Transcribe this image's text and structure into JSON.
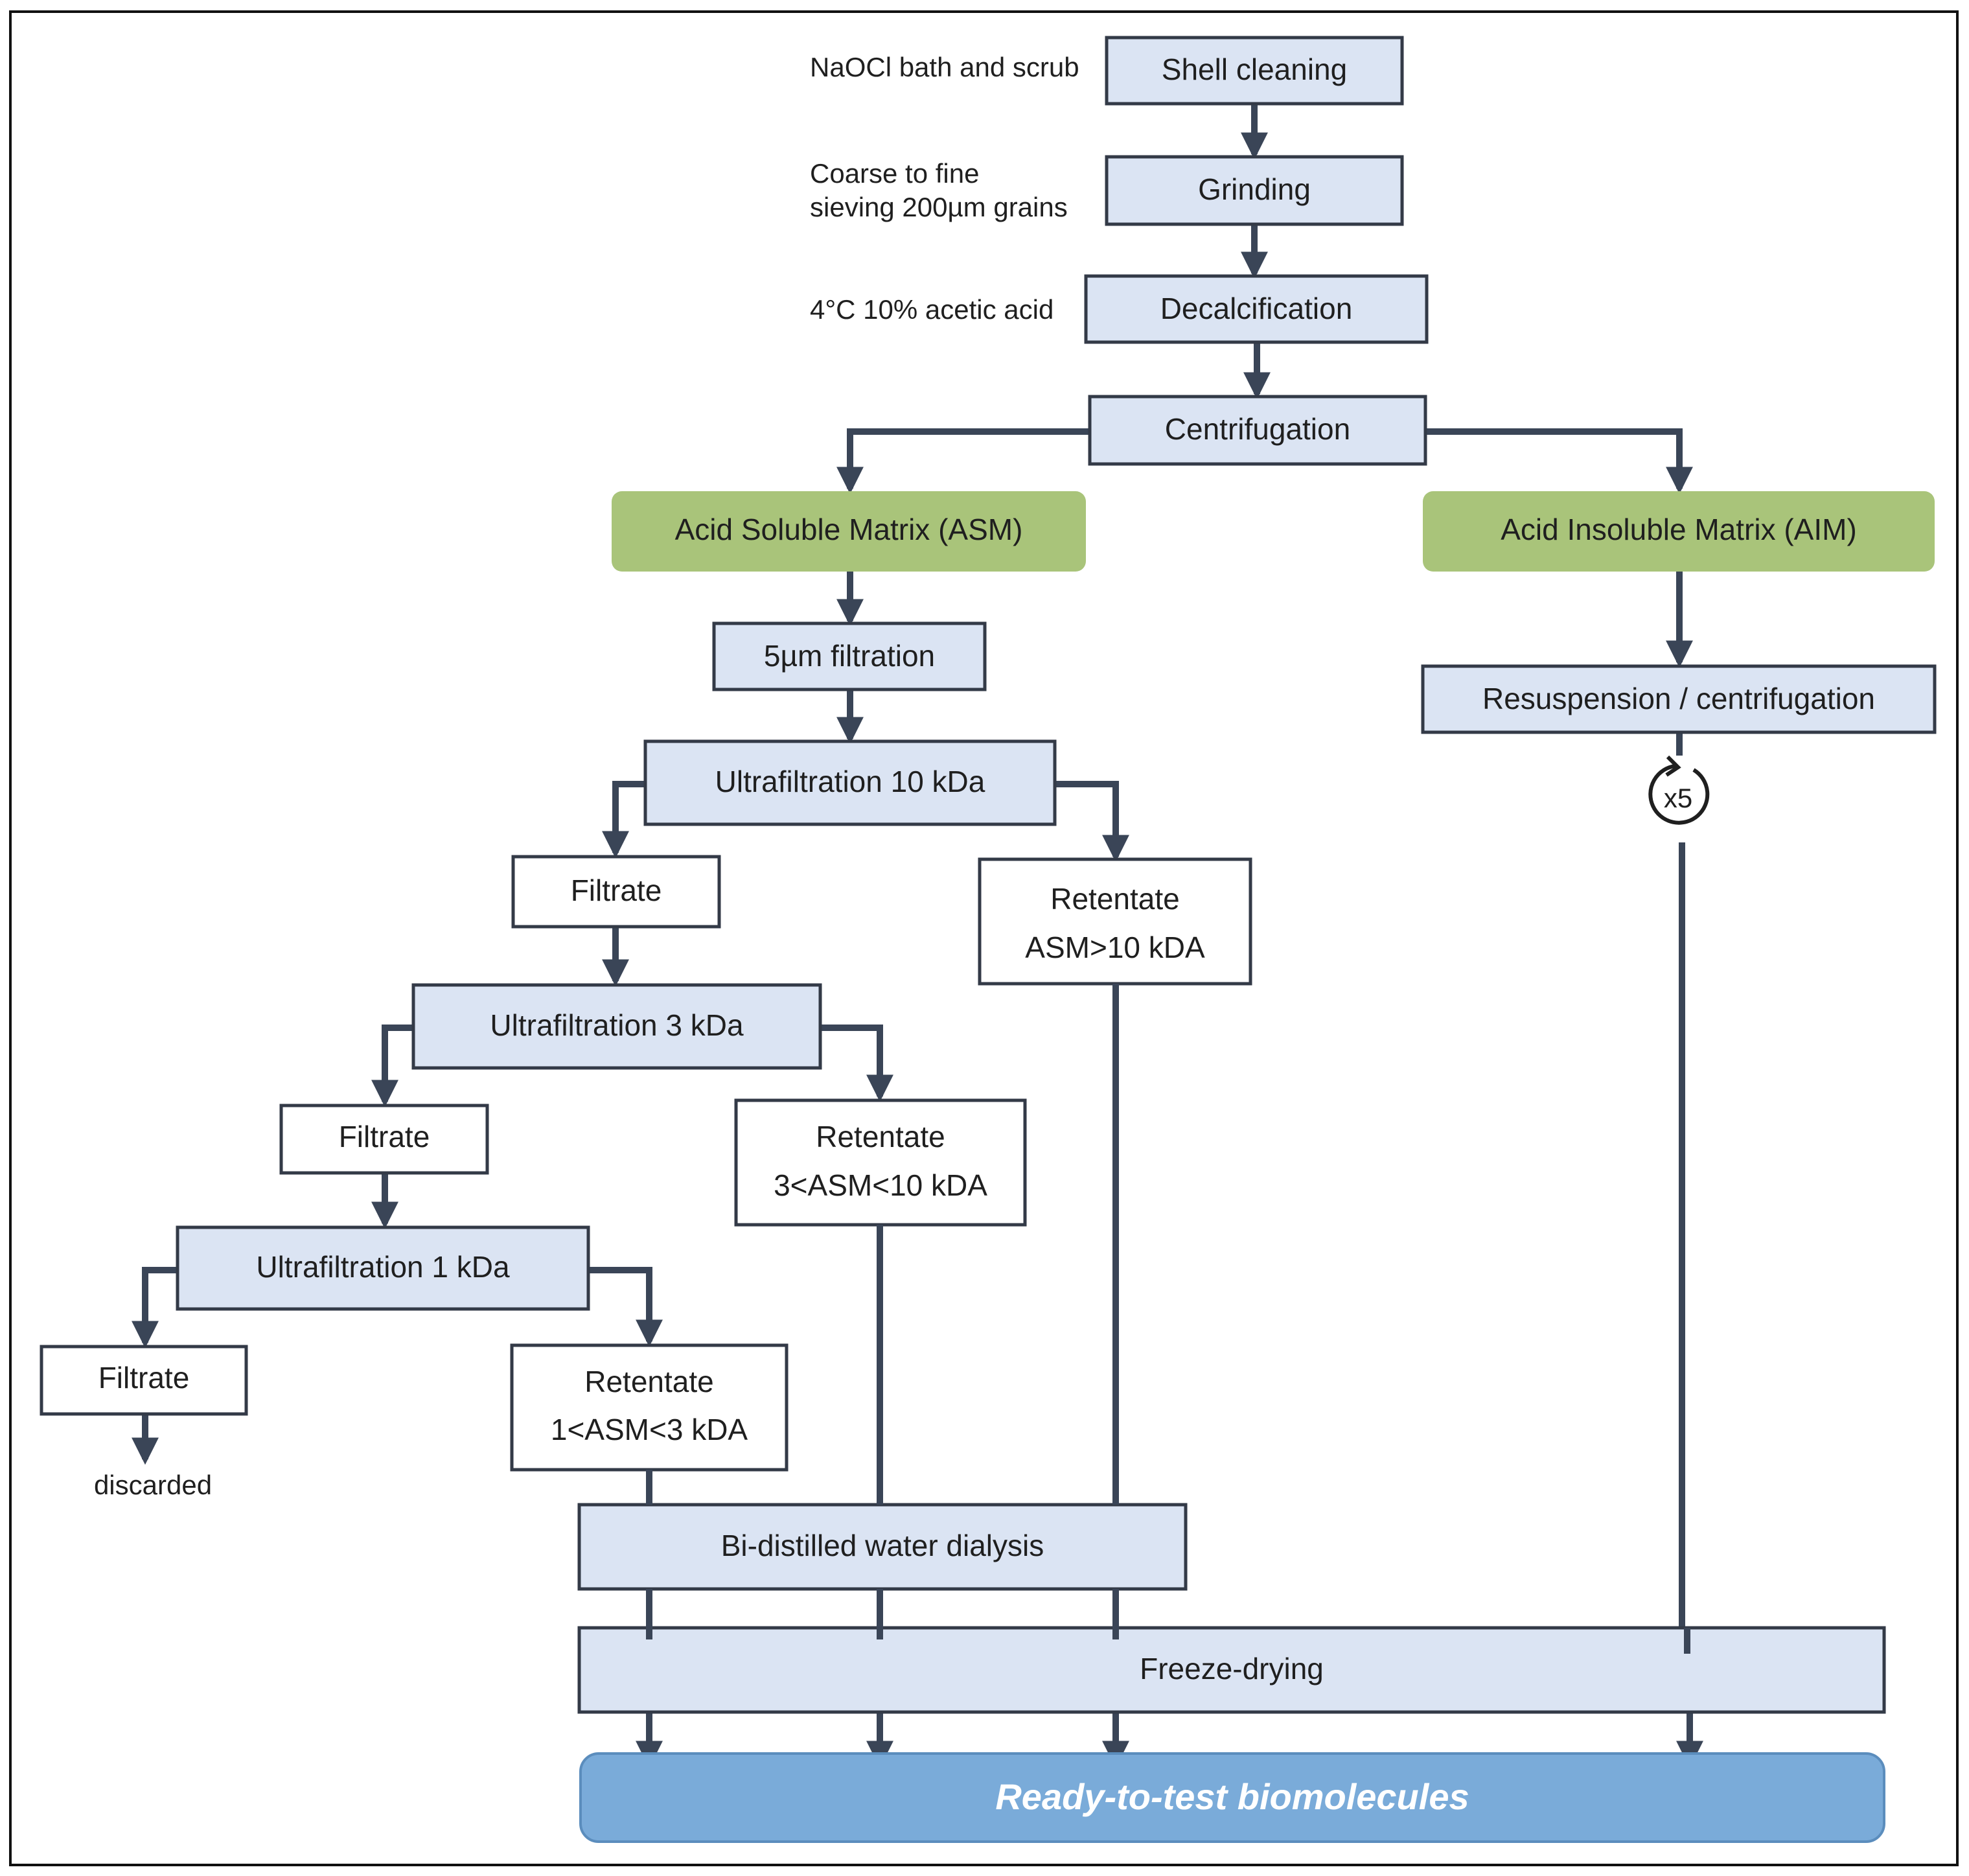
{
  "colors": {
    "box_fill": "#dbe4f3",
    "box_stroke": "#333a47",
    "white_fill": "#ffffff",
    "green_fill": "#a9c47a",
    "final_fill": "#7aabd9",
    "final_stroke": "#5b8dbd",
    "arrow": "#3a4557"
  },
  "steps": {
    "shell_cleaning": "Shell cleaning",
    "grinding": "Grinding",
    "decalcification": "Decalcification",
    "centrifugation": "Centrifugation",
    "asm": "Acid Soluble Matrix (ASM)",
    "aim": "Acid Insoluble Matrix (AIM)",
    "filtration_5um": "5µm filtration",
    "resuspension": "Resuspension / centrifugation",
    "repeat_label": "x5",
    "uf10": "Ultrafiltration 10 kDa",
    "filtrate_1": "Filtrate",
    "retentate_10_line1": "Retentate",
    "retentate_10_line2": "ASM>10 kDA",
    "uf3": "Ultrafiltration 3 kDa",
    "filtrate_2": "Filtrate",
    "retentate_3_line1": "Retentate",
    "retentate_3_line2": "3<ASM<10 kDA",
    "uf1": "Ultrafiltration 1 kDa",
    "filtrate_3": "Filtrate",
    "retentate_1_line1": "Retentate",
    "retentate_1_line2": "1<ASM<3 kDA",
    "discarded": "discarded",
    "dialysis": "Bi-distilled water dialysis",
    "freeze_drying": "Freeze-drying",
    "final": "Ready-to-test biomolecules"
  },
  "notes": {
    "shell_cleaning": "NaOCl bath and scrub",
    "grinding_line1": "Coarse to fine",
    "grinding_line2": "sieving 200µm grains",
    "decalcification": "4°C 10% acetic acid"
  }
}
